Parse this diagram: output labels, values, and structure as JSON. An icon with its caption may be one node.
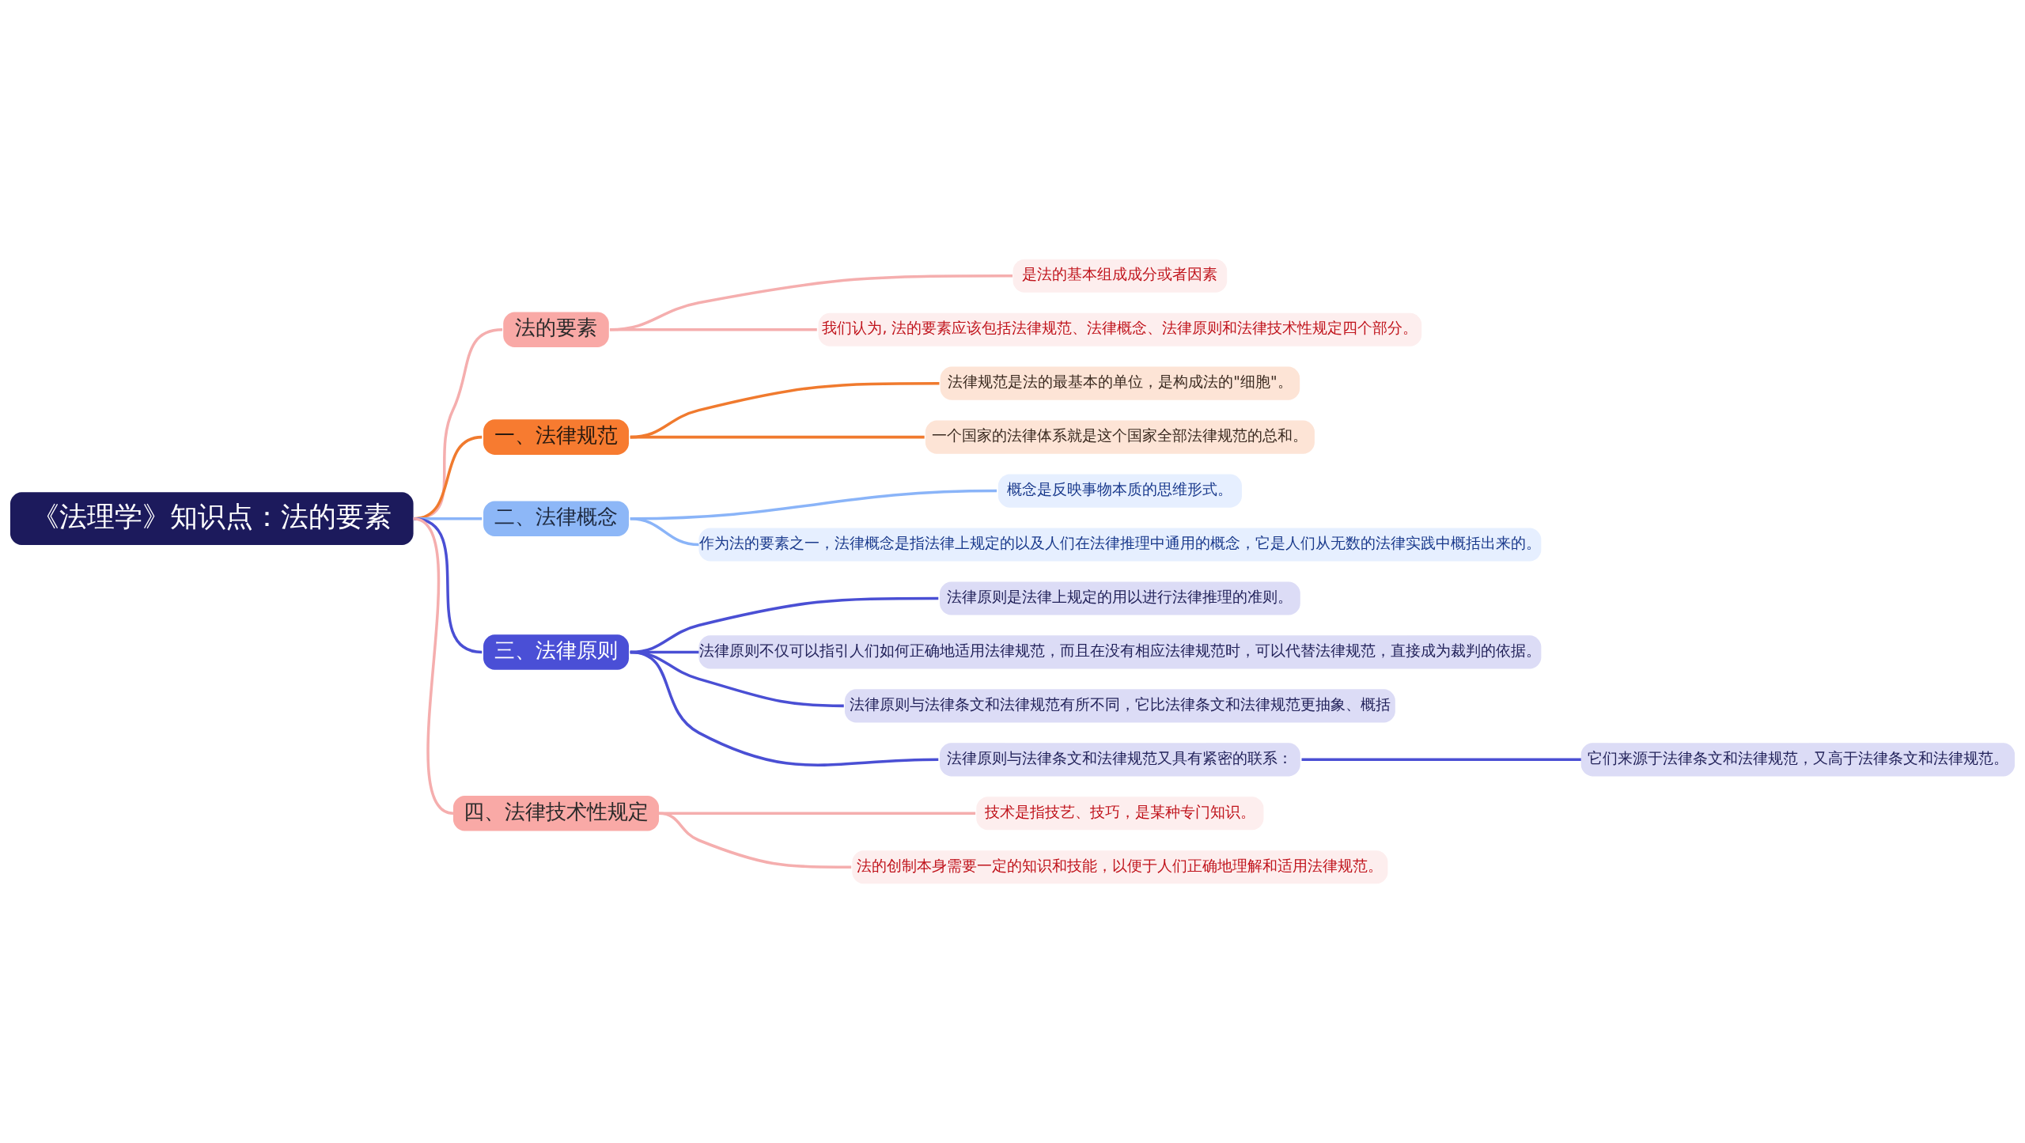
{
  "diagram": {
    "nodes": [
      {
        "text": [
          "《法理学》知识点：法的要素"
        ]
      },
      {
        "text": [
          "法的要素"
        ]
      },
      {
        "text": [
          "是法的基本组成成分或者因素"
        ]
      },
      {
        "text": [
          "我们认为, 法的要素应该包括法律规范、法律概念、法律原则和法律技术性规定四个部分。"
        ]
      },
      {
        "text": [
          "一、法律规范"
        ]
      },
      {
        "text": [
          "法律规范是法的最基本的单位，是构成法的\"细胞\"。"
        ]
      },
      {
        "text": [
          "一个国家的法律体系就是这个国家全部法律规范的总和。"
        ]
      },
      {
        "text": [
          "二、法律概念"
        ]
      },
      {
        "text": [
          "概念是反映事物本质的思维形式。"
        ]
      },
      {
        "text": [
          "作为法的要素之一，法律概念是指法律上规定的以及人们在法律推理中通用的概念，它是人们从无数的法律实践中概括出来的。"
        ]
      },
      {
        "text": [
          "三、法律原则"
        ]
      },
      {
        "text": [
          "法律原则是法律上规定的用以进行法律推理的准则。"
        ]
      },
      {
        "text": [
          "法律原则不仅可以指引人们如何正确地适用法律规范，而且在没有相应法律规范时，可以代替法律规范，直接成为裁判的依据。"
        ]
      },
      {
        "text": [
          "法律原则与法律条文和法律规范有所不同，它比法律条文和法律规范更抽象、概括"
        ]
      },
      {
        "text": [
          "法律原则与法律条文和法律规范又具有紧密的联系："
        ]
      },
      {
        "text": [
          "它们来源于法律条文和法律规范，又高于法律条文和法律规范。"
        ]
      },
      {
        "text": [
          "四、法律技术性规定"
        ]
      },
      {
        "text": [
          "技术是指技艺、技巧，是某种专门知识。"
        ]
      },
      {
        "text": [
          "法的创制本身需要一定的知识和技能，以便于人们正确地理解和适用法律规范。"
        ]
      }
    ],
    "edges": [
      {
        "from": 0,
        "to": 1,
        "arrow": "none"
      },
      {
        "from": 1,
        "to": 2,
        "arrow": "none"
      },
      {
        "from": 1,
        "to": 3,
        "arrow": "none"
      },
      {
        "from": 0,
        "to": 4,
        "arrow": "none",
        "color": "#f07a2e"
      },
      {
        "from": 4,
        "to": 5,
        "arrow": "none",
        "color": "#f07a2e"
      },
      {
        "from": 4,
        "to": 6,
        "arrow": "none",
        "color": "#f07a2e"
      },
      {
        "from": 0,
        "to": 7,
        "arrow": "none",
        "color": "#8ab4f8"
      },
      {
        "from": 7,
        "to": 8,
        "arrow": "none",
        "color": "#8ab4f8"
      },
      {
        "from": 7,
        "to": 9,
        "arrow": "none",
        "color": "#8ab4f8"
      },
      {
        "from": 0,
        "to": 10,
        "arrow": "none",
        "color": "#4a4fd4"
      },
      {
        "from": 10,
        "to": 11,
        "arrow": "none",
        "color": "#4a4fd4"
      },
      {
        "from": 10,
        "to": 12,
        "arrow": "none",
        "color": "#4a4fd4"
      },
      {
        "from": 10,
        "to": 13,
        "arrow": "none",
        "color": "#4a4fd4"
      },
      {
        "from": 10,
        "to": 14,
        "arrow": "none",
        "color": "#4a4fd4"
      },
      {
        "from": 14,
        "to": 15,
        "arrow": "none",
        "color": "#4a4fd4"
      },
      {
        "from": 0,
        "to": 16,
        "arrow": "none"
      },
      {
        "from": 16,
        "to": 17,
        "arrow": "none"
      },
      {
        "from": 16,
        "to": 18,
        "arrow": "none"
      }
    ]
  }
}
